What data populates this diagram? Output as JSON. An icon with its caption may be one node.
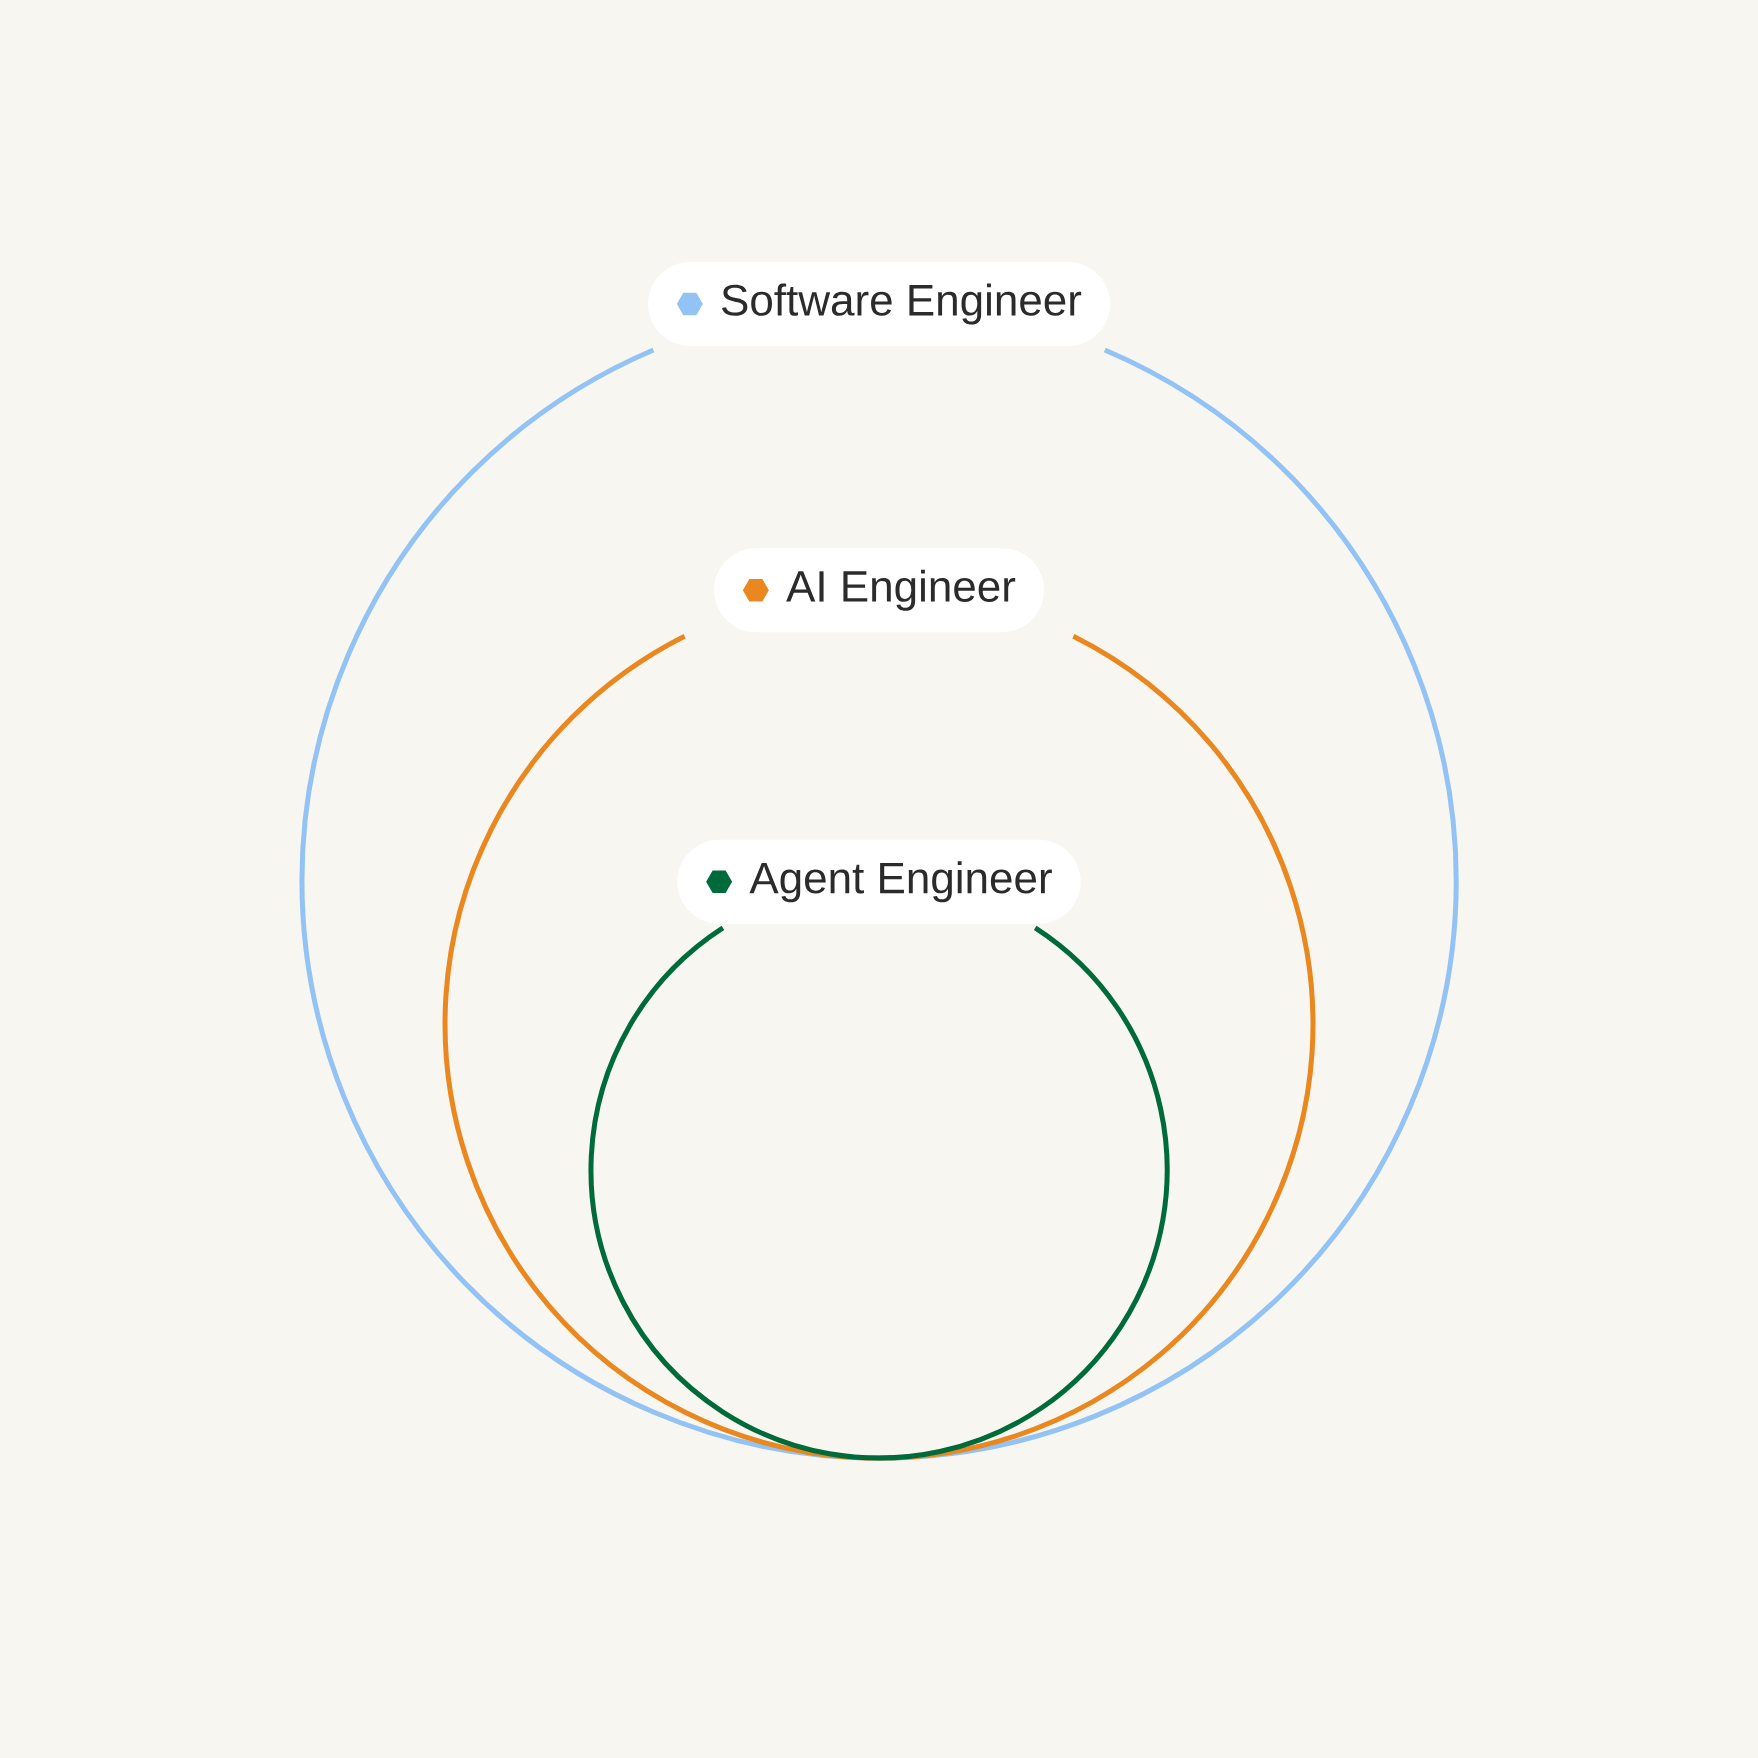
{
  "diagram": {
    "nodes": [
      {
        "text": [
          "Software Engineer"
        ]
      },
      {
        "text": [
          "AI Engineer"
        ],
        "in": 0
      },
      {
        "text": [
          "Agent Engineer"
        ],
        "in": 1
      }
    ]
  }
}
